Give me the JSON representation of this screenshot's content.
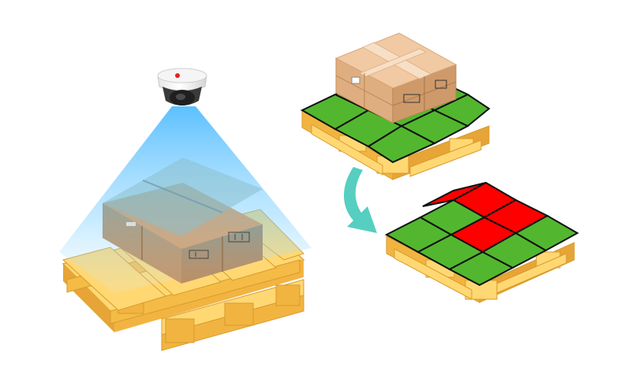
{
  "colors": {
    "background": "#ffffff",
    "wood_top": "#ffd873",
    "wood_side": "#f2b441",
    "wood_dark": "#d99a2b",
    "cardboard_top": "#f1c9a2",
    "cardboard_left": "#dfae80",
    "cardboard_right": "#cf9a6a",
    "tape": "#f5dcc0",
    "grid_free": "#52b72f",
    "grid_occupied": "#ff0000",
    "grid_line": "#111111",
    "camera_body": "#ffffff",
    "camera_lens": "#2b2b2b",
    "camera_logo": "#e02424",
    "beam": "#3fb5ff",
    "arrow": "#56cfc0"
  },
  "icons": [
    "dome-camera-icon",
    "curved-arrow-icon",
    "fragile-label-icon",
    "handling-symbols-icon"
  ],
  "occupancy_grid_before": {
    "rows": 3,
    "cols": 3,
    "occupied": []
  },
  "occupancy_grid_after": {
    "rows": 3,
    "cols": 3,
    "occupied": [
      [
        0,
        0
      ],
      [
        0,
        1
      ],
      [
        1,
        0
      ],
      [
        1,
        1
      ]
    ]
  }
}
